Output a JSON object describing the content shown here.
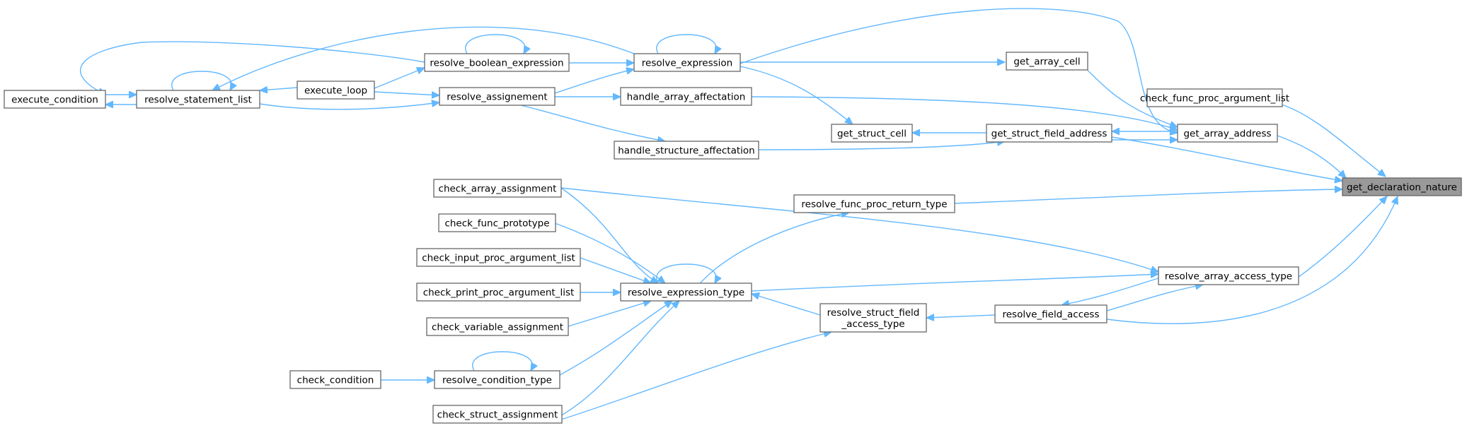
{
  "graph": {
    "focus_node": "get_declaration_nature",
    "colors": {
      "edge": "#63b8ff",
      "node_border": "#666666",
      "focus_fill": "#999999",
      "node_fill": "#ffffff"
    },
    "nodes": [
      {
        "id": "get_declaration_nature",
        "lines": [
          "get_declaration_nature"
        ]
      },
      {
        "id": "check_func_proc_argument_list",
        "lines": [
          "check_func_proc_argument_list"
        ]
      },
      {
        "id": "get_array_address",
        "lines": [
          "get_array_address"
        ]
      },
      {
        "id": "get_struct_field_address",
        "lines": [
          "get_struct_field_address"
        ]
      },
      {
        "id": "get_array_cell",
        "lines": [
          "get_array_cell"
        ]
      },
      {
        "id": "get_struct_cell",
        "lines": [
          "get_struct_cell"
        ]
      },
      {
        "id": "resolve_expression",
        "lines": [
          "resolve_expression"
        ]
      },
      {
        "id": "resolve_boolean_expression",
        "lines": [
          "resolve_boolean_expression"
        ]
      },
      {
        "id": "resolve_assignement",
        "lines": [
          "resolve_assignement"
        ]
      },
      {
        "id": "execute_loop",
        "lines": [
          "execute_loop"
        ]
      },
      {
        "id": "resolve_statement_list",
        "lines": [
          "resolve_statement_list"
        ]
      },
      {
        "id": "execute_condition",
        "lines": [
          "execute_condition"
        ]
      },
      {
        "id": "handle_array_affectation",
        "lines": [
          "handle_array_affectation"
        ]
      },
      {
        "id": "handle_structure_affectation",
        "lines": [
          "handle_structure_affectation"
        ]
      },
      {
        "id": "resolve_func_proc_return_type",
        "lines": [
          "resolve_func_proc_return_type"
        ]
      },
      {
        "id": "resolve_expression_type",
        "lines": [
          "resolve_expression_type"
        ]
      },
      {
        "id": "check_array_assignment",
        "lines": [
          "check_array_assignment"
        ]
      },
      {
        "id": "check_func_prototype",
        "lines": [
          "check_func_prototype"
        ]
      },
      {
        "id": "check_input_proc_argument_list",
        "lines": [
          "check_input_proc_argument_list"
        ]
      },
      {
        "id": "check_print_proc_argument_list",
        "lines": [
          "check_print_proc_argument_list"
        ]
      },
      {
        "id": "check_variable_assignment",
        "lines": [
          "check_variable_assignment"
        ]
      },
      {
        "id": "resolve_condition_type",
        "lines": [
          "resolve_condition_type"
        ]
      },
      {
        "id": "check_condition",
        "lines": [
          "check_condition"
        ]
      },
      {
        "id": "check_struct_assignment",
        "lines": [
          "check_struct_assignment"
        ]
      },
      {
        "id": "resolve_array_access_type",
        "lines": [
          "resolve_array_access_type"
        ]
      },
      {
        "id": "resolve_field_access",
        "lines": [
          "resolve_field_access"
        ]
      },
      {
        "id": "resolve_struct_field_access_type",
        "lines": [
          "resolve_struct_field",
          "_access_type"
        ]
      }
    ]
  }
}
